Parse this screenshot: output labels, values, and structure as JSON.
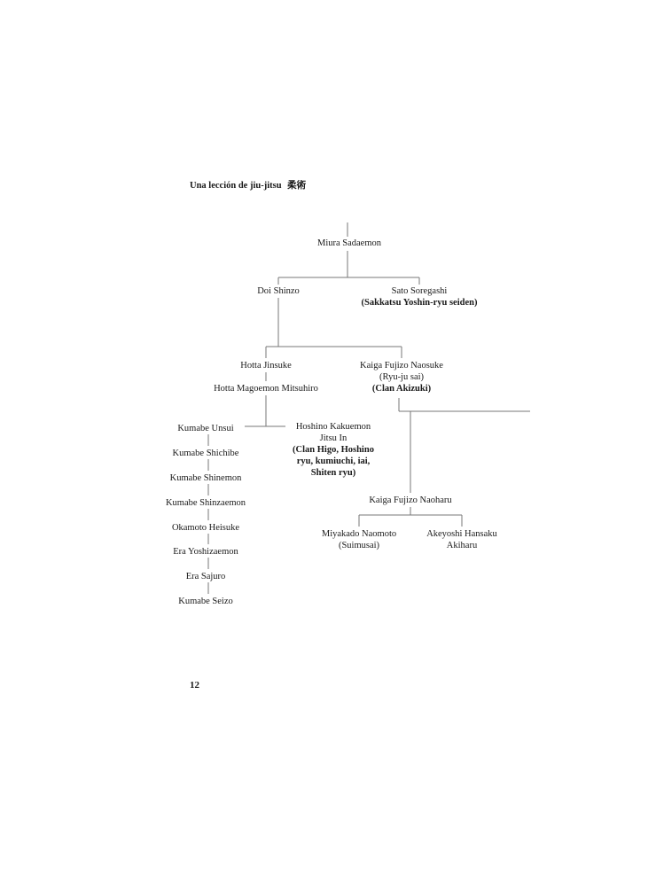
{
  "header": {
    "title": "Una lección de jiu-jitsu",
    "kanji": "柔術"
  },
  "page_number": "12",
  "tree": {
    "miura": "Miura Sadaemon",
    "doi": "Doi Shinzo",
    "sato_name": "Sato Soregashi",
    "sato_note": "(Sakkatsu Yoshin-ryu seiden)",
    "hotta_jinsuke": "Hotta Jinsuke",
    "hotta_mago": "Hotta Magoemon Mitsuhiro",
    "kaiga_naosuke": "Kaiga Fujizo Naosuke",
    "kaiga_naosuke_sub": "(Ryu-ju sai)",
    "kaiga_naosuke_clan": "(Clan Akizuki)",
    "kumabe_unsui": "Kumabe Unsui",
    "kumabe_shichibe": "Kumabe Shichibe",
    "kumabe_shinemon": "Kumabe Shinemon",
    "kumabe_shinzaemon": "Kumabe Shinzaemon",
    "okamoto": "Okamoto Heisuke",
    "era_yoshi": "Era Yoshizaemon",
    "era_sajuro": "Era Sajuro",
    "kumabe_seizo": "Kumabe Seizo",
    "hoshino_1": "Hoshino Kakuemon",
    "hoshino_2": "Jitsu In",
    "hoshino_3": "(Clan Higo, Hoshino",
    "hoshino_4": "ryu, kumiuchi, iai,",
    "hoshino_5": "Shiten ryu)",
    "kaiga_naoharu": "Kaiga Fujizo Naoharu",
    "miyakado_1": "Miyakado Naomoto",
    "miyakado_2": "(Suimusai)",
    "akeyoshi_1": "Akeyoshi Hansaku",
    "akeyoshi_2": "Akiharu"
  }
}
